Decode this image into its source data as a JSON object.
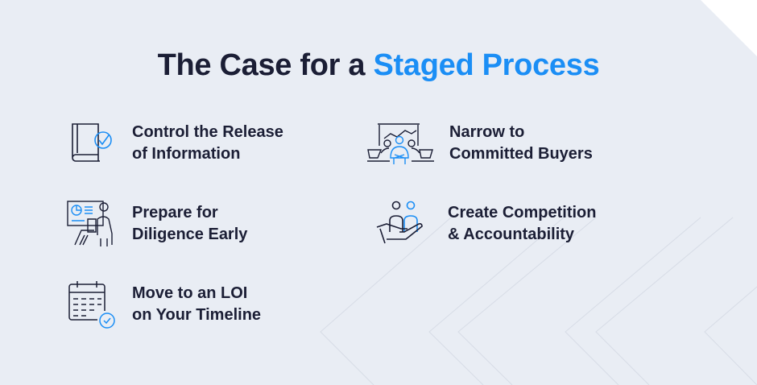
{
  "title": {
    "prefix": "The Case for a ",
    "accent": "Staged Process"
  },
  "items": [
    {
      "icon": "book-check-icon",
      "line1": "Control the Release",
      "line2": "of Information"
    },
    {
      "icon": "presentation-audience-icon",
      "line1": "Narrow to",
      "line2": "Committed Buyers"
    },
    {
      "icon": "presenter-dashboard-icon",
      "line1": "Prepare for",
      "line2": "Diligence Early"
    },
    {
      "icon": "people-in-hand-icon",
      "line1": "Create Competition",
      "line2": "& Accountability"
    },
    {
      "icon": "calendar-check-icon",
      "line1": "Move to an LOI",
      "line2": "on Your Timeline"
    }
  ],
  "colors": {
    "accent": "#1b8ef5",
    "text": "#1b1e35",
    "background": "#e9edf4"
  }
}
